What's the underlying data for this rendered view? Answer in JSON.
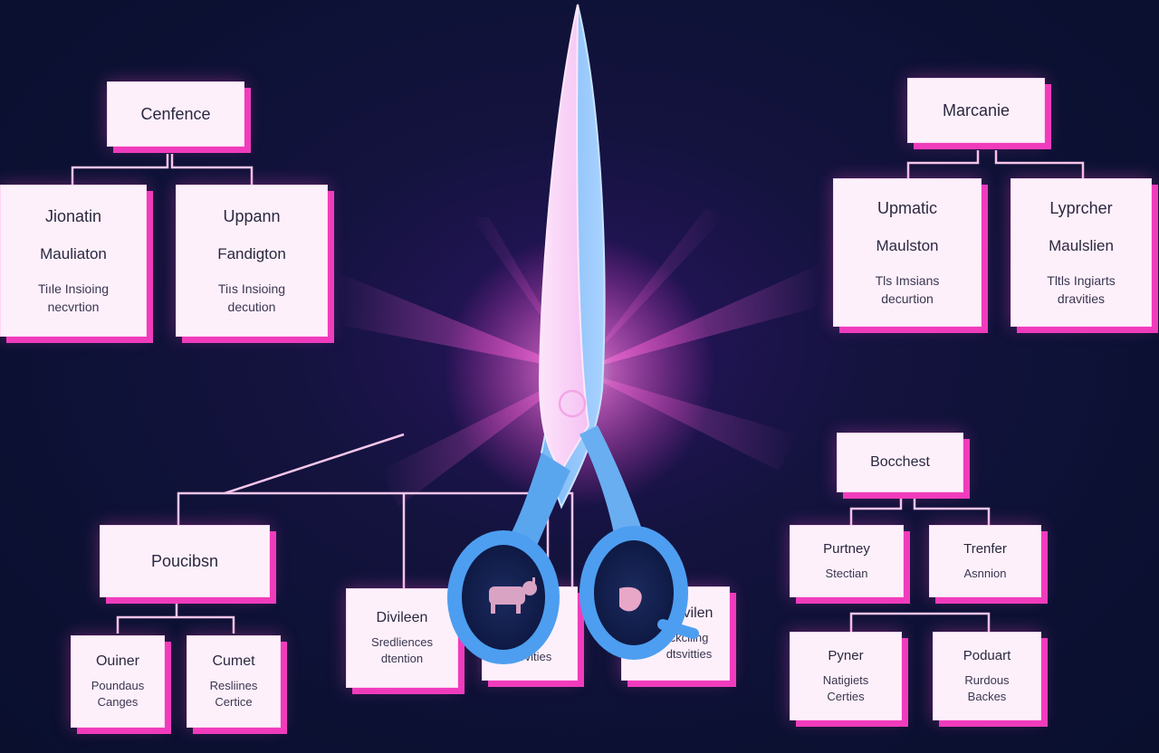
{
  "trees": {
    "top_left": {
      "root": "Cenfence",
      "children": [
        {
          "title": "Jionatin",
          "subtitle": "Mauliaton",
          "desc": "Tiıle Insioing\nnecvrtion"
        },
        {
          "title": "Uppann",
          "subtitle": "Fandigton",
          "desc": "Tiıs Insioing\ndecution"
        }
      ]
    },
    "top_right": {
      "root": "Marcanie",
      "children": [
        {
          "title": "Upmatic",
          "subtitle": "Maulston",
          "desc": "Tls Imsians\ndecurtion"
        },
        {
          "title": "Lyprcher",
          "subtitle": "Maulslien",
          "desc": "Tltls Ingiarts\ndravities"
        }
      ]
    },
    "bottom_left": {
      "root": "Poucibsn",
      "children": [
        {
          "title": "Ouiner",
          "desc": "Poundaus\nCanges"
        },
        {
          "title": "Cumet",
          "desc": "Resliines\nCertice"
        }
      ],
      "extra": [
        {
          "title": "Divileen",
          "desc": "Sredliences\ndtention"
        },
        {
          "title": "",
          "desc": "tis\ndervities"
        },
        {
          "title": "vilen",
          "desc": "ckciling\ndtsvitties"
        }
      ]
    },
    "bottom_right": {
      "root": "Bocchest",
      "children": [
        {
          "title": "Purtney",
          "desc": "Stectian"
        },
        {
          "title": "Trenfer",
          "desc": "Asnnion"
        },
        {
          "title": "Pyner",
          "desc": "Natigiets\nCerties"
        },
        {
          "title": "Poduart",
          "desc": "Rurdous\nBackes"
        }
      ]
    }
  },
  "icons": {
    "center": "scissors-icon",
    "left_handle": "cow-icon",
    "right_handle": "tooth-icon"
  },
  "colors": {
    "accent": "#f03cbc",
    "node_fill": "#fdf0fb",
    "line": "#f7c6ea",
    "background": "#0c1133",
    "scissors_blue": "#4a9cf0"
  }
}
